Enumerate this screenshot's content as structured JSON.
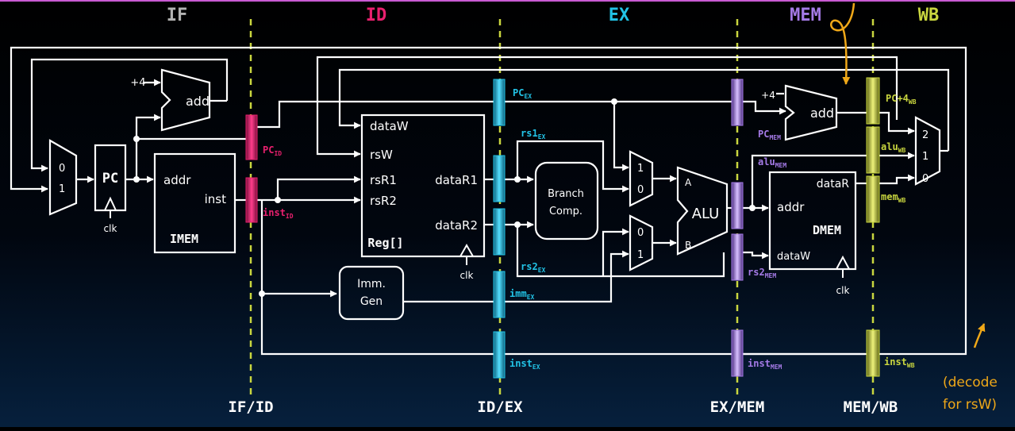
{
  "stages": {
    "if": "IF",
    "id": "ID",
    "ex": "EX",
    "mem": "MEM",
    "wb": "WB"
  },
  "pipeline_regs": {
    "if_id": "IF/ID",
    "id_ex": "ID/EX",
    "ex_mem": "EX/MEM",
    "mem_wb": "MEM/WB"
  },
  "blocks": {
    "pc": "PC",
    "imem_label": "IMEM",
    "imem_addr": "addr",
    "imem_inst": "inst",
    "reg_label": "Reg[]",
    "reg_dataw": "dataW",
    "reg_rsw": "rsW",
    "reg_rsr1": "rsR1",
    "reg_rsr2": "rsR2",
    "reg_datar1": "dataR1",
    "reg_datar2": "dataR2",
    "imm_line1": "Imm.",
    "imm_line2": "Gen",
    "branch_line1": "Branch",
    "branch_line2": "Comp.",
    "alu": "ALU",
    "alu_a": "A",
    "alu_b": "B",
    "dmem_label": "DMEM",
    "dmem_addr": "addr",
    "dmem_datar": "dataR",
    "dmem_dataw": "dataW",
    "add": "add",
    "plus4": "+4",
    "clk": "clk",
    "mux_0": "0",
    "mux_1": "1",
    "mux_2": "2"
  },
  "signals": {
    "pc_id": {
      "base": "PC",
      "sub": "ID"
    },
    "inst_id": {
      "base": "inst",
      "sub": "ID"
    },
    "pc_ex": {
      "base": "PC",
      "sub": "EX"
    },
    "rs1_ex": {
      "base": "rs1",
      "sub": "EX"
    },
    "rs2_ex": {
      "base": "rs2",
      "sub": "EX"
    },
    "imm_ex": {
      "base": "imm",
      "sub": "EX"
    },
    "inst_ex": {
      "base": "inst",
      "sub": "EX"
    },
    "pc_mem": {
      "base": "PC",
      "sub": "MEM"
    },
    "alu_mem": {
      "base": "alu",
      "sub": "MEM"
    },
    "rs2_mem": {
      "base": "rs2",
      "sub": "MEM"
    },
    "inst_mem": {
      "base": "inst",
      "sub": "MEM"
    },
    "pc4_wb": {
      "base": "PC+4",
      "sub": "WB"
    },
    "alu_wb": {
      "base": "alu",
      "sub": "WB"
    },
    "mem_wb": {
      "base": "mem",
      "sub": "WB"
    },
    "inst_wb": {
      "base": "inst",
      "sub": "WB"
    }
  },
  "annotation": {
    "line1": "(decode",
    "line2": "for rsW)"
  },
  "colors": {
    "background_top": "#000000",
    "background_bottom": "#06203d",
    "wire": "#ffffff",
    "stage_if": "#b3b3b3",
    "stage_id": "#e8206e",
    "stage_ex": "#22c3e6",
    "stage_mem": "#a47ae6",
    "stage_wb": "#c9d63f",
    "divider": "#c9d63f",
    "annotation": "#f0a818",
    "reg_if_id": "#e8206e",
    "reg_id_ex": "#22c3e6",
    "reg_ex_mem": "#a47ae6",
    "reg_mem_wb": "#c9d63f",
    "frame_top": "#c85ad2"
  }
}
